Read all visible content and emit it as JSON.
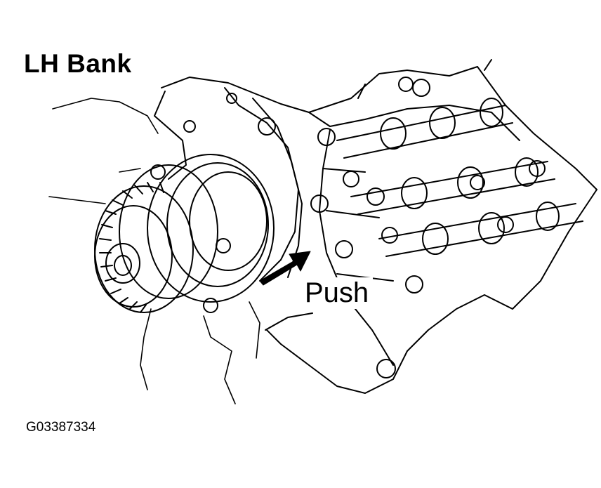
{
  "diagram": {
    "title": "LH Bank",
    "annotation": "Push",
    "figure_code": "G03387334"
  },
  "icons": {
    "part": "camshaft-timing-pulley-assembly",
    "indicator": "push-arrow-icon"
  },
  "colors": {
    "ink": "#000000",
    "paper": "#ffffff"
  }
}
